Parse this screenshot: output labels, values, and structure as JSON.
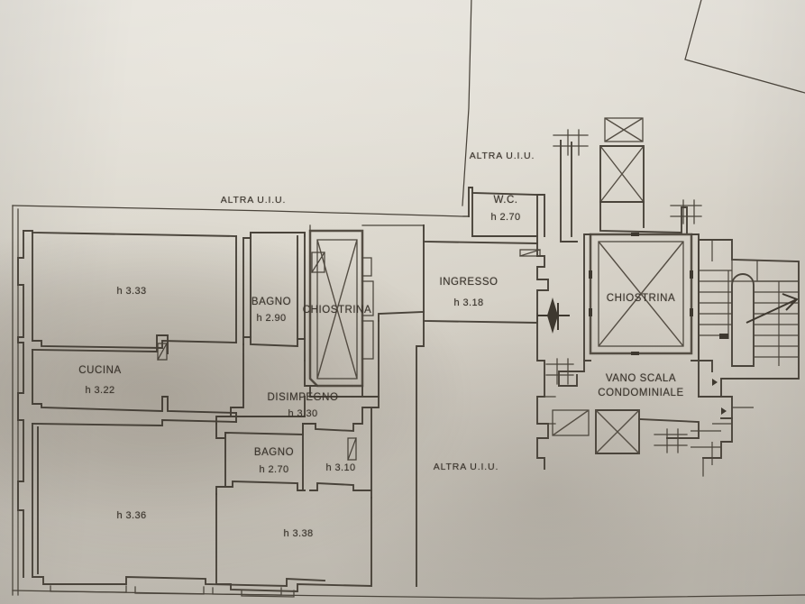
{
  "document": {
    "kind": "architectural-floor-plan-photo",
    "language": "it"
  },
  "colors": {
    "paper": "#dcd8ce",
    "ink": "#4a443b",
    "ink_text": "#3a342c",
    "shadow": "#6f6758"
  },
  "labels": {
    "altra_uiu_top": "ALTRA U.I.U.",
    "altra_uiu_left": "ALTRA U.I.U.",
    "altra_uiu_bottom": "ALTRA U.I.U.",
    "wc_name": "W.C.",
    "wc_height": "h 2.70",
    "ingresso_name": "INGRESSO",
    "ingresso_height": "h 3.18",
    "chiostrina_left": "CHIOSTRINA",
    "chiostrina_right": "CHIOSTRINA",
    "vano_scala_line1": "VANO SCALA",
    "vano_scala_line2": "CONDOMINIALE",
    "bagno_top_name": "BAGNO",
    "bagno_top_height": "h 2.90",
    "bagno_bottom_name": "BAGNO",
    "bagno_bottom_height": "h 2.70",
    "cucina_name": "CUCINA",
    "cucina_height": "h 3.22",
    "disimpegno_name": "DISIMPEGNO",
    "disimpegno_height": "h 3.30",
    "room_h333": "h 3.33",
    "room_h336": "h 3.36",
    "room_h338": "h 3.38",
    "corridor_h310": "h 3.10"
  },
  "rooms": [
    {
      "name": "ALTRA U.I.U.",
      "height": null,
      "zone": "top-left-adjacent-unit"
    },
    {
      "name": "ALTRA U.I.U.",
      "height": null,
      "zone": "top-right-adjacent-unit"
    },
    {
      "name": "ALTRA U.I.U.",
      "height": null,
      "zone": "bottom-center-adjacent-unit"
    },
    {
      "name": "",
      "height": "h 3.33",
      "zone": "upper-left-main-room"
    },
    {
      "name": "CUCINA",
      "height": "h 3.22",
      "zone": "mid-left"
    },
    {
      "name": "",
      "height": "h 3.36",
      "zone": "lower-left-room"
    },
    {
      "name": "BAGNO",
      "height": "h 2.90",
      "zone": "upper-center-bathroom"
    },
    {
      "name": "CHIOSTRINA",
      "height": null,
      "zone": "center-light-well"
    },
    {
      "name": "DISIMPEGNO",
      "height": "h 3.30",
      "zone": "central-hallway"
    },
    {
      "name": "BAGNO",
      "height": "h 2.70",
      "zone": "lower-center-bathroom"
    },
    {
      "name": "",
      "height": "h 3.10",
      "zone": "lower-center-corridor"
    },
    {
      "name": "",
      "height": "h 3.38",
      "zone": "lower-center-room"
    },
    {
      "name": "W.C.",
      "height": "h 2.70",
      "zone": "upper-right-toilet"
    },
    {
      "name": "INGRESSO",
      "height": "h 3.18",
      "zone": "entrance-hall"
    },
    {
      "name": "CHIOSTRINA",
      "height": null,
      "zone": "right-light-well"
    },
    {
      "name": "VANO SCALA CONDOMINIALE",
      "height": null,
      "zone": "communal-staircase"
    }
  ]
}
